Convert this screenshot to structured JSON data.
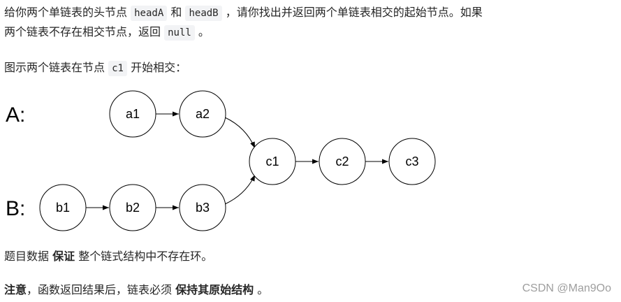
{
  "intro": {
    "t1": "给你两个单链表的头节点",
    "code1": "headA",
    "t2": "和",
    "code2": "headB",
    "t3": "，请你找出并返回两个单链表相交的起始节点。如果",
    "line2_t1": "两个链表不存在相交节点，返回",
    "code3": "null",
    "line2_t2": "。"
  },
  "caption": {
    "t1": "图示两个链表在节点",
    "code": "c1",
    "t2": "开始相交："
  },
  "diagram": {
    "label_a": "A:",
    "label_b": "B:",
    "nodes": {
      "a1": "a1",
      "a2": "a2",
      "b1": "b1",
      "b2": "b2",
      "b3": "b3",
      "c1": "c1",
      "c2": "c2",
      "c3": "c3"
    }
  },
  "guarantee": {
    "t1": "题目数据",
    "bold": "保证",
    "t2": "整个链式结构中不存在环。"
  },
  "note": {
    "bold1": "注意",
    "t1": "，函数返回结果后，链表必须",
    "bold2": "保持其原始结构",
    "t2": "。"
  },
  "watermark": "CSDN @Man9Oo"
}
